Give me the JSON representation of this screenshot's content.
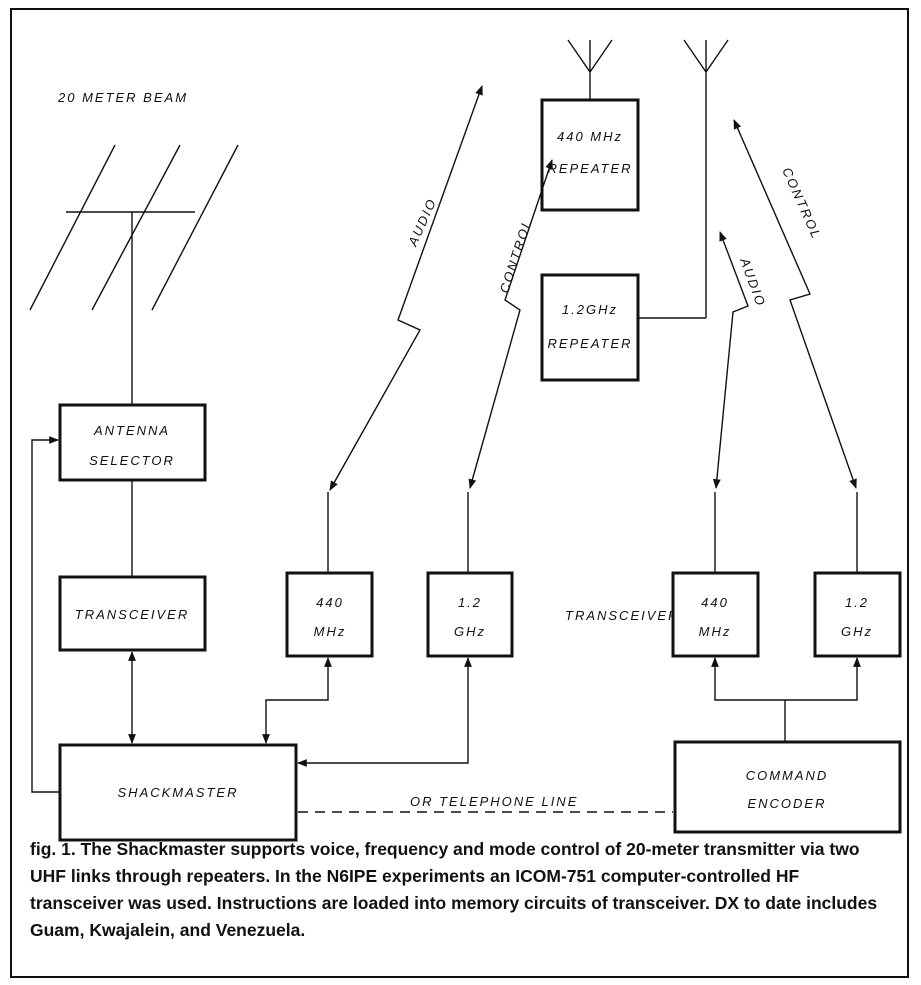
{
  "diagram": {
    "beam_label": "20 METER BEAM",
    "antenna_selector": [
      "ANTENNA",
      "SELECTOR"
    ],
    "transceiver": "TRANSCEIVER",
    "shackmaster": "SHACKMASTER",
    "radio_440_left": [
      "440",
      "MHz"
    ],
    "radio_12_left": [
      "1.2",
      "GHz"
    ],
    "transceivers_label": "TRANSCEIVERS",
    "radio_440_right": [
      "440",
      "MHz"
    ],
    "radio_12_right": [
      "1.2",
      "GHz"
    ],
    "command_encoder": [
      "COMMAND",
      "ENCODER"
    ],
    "repeater_440": [
      "440 MHz",
      "REPEATER"
    ],
    "repeater_12": [
      "1.2GHz",
      "REPEATER"
    ],
    "link_audio_left": "AUDIO",
    "link_control_left": "CONTROL",
    "link_audio_right": "AUDIO",
    "link_control_right": "CONTROL",
    "phone_line": "OR TELEPHONE LINE"
  },
  "caption": "fig. 1. The Shackmaster supports voice, frequency and mode control of 20-meter transmitter via two UHF links through repeaters. In the N6IPE experiments an ICOM-751 computer-controlled HF transceiver was used. Instructions are loaded into memory circuits of transceiver. DX to date includes Guam, Kwajalein, and Venezuela."
}
